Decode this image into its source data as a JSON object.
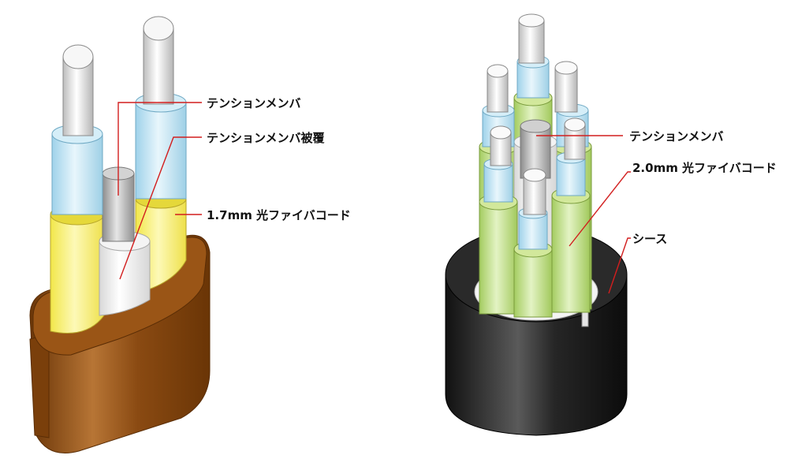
{
  "left_cable": {
    "labels": {
      "tension_member": "テンションメンバ",
      "tension_member_coating": "テンションメンバ被覆",
      "fiber_cord": "1.7mm 光ファイバコード"
    }
  },
  "right_cable": {
    "labels": {
      "tension_member": "テンションメンバ",
      "fiber_cord": "2.0mm 光ファイバコード",
      "sheath": "シース"
    }
  },
  "colors": {
    "leader_line": "#d21e1e",
    "flat_sheath": "#8a4a12",
    "yellow_cord": "#f5ee6a",
    "green_cord": "#b8d977",
    "blue_buffer": "#bfe4f2",
    "glass": "#e9e9e9",
    "black_sheath": "#1a1a1a"
  }
}
